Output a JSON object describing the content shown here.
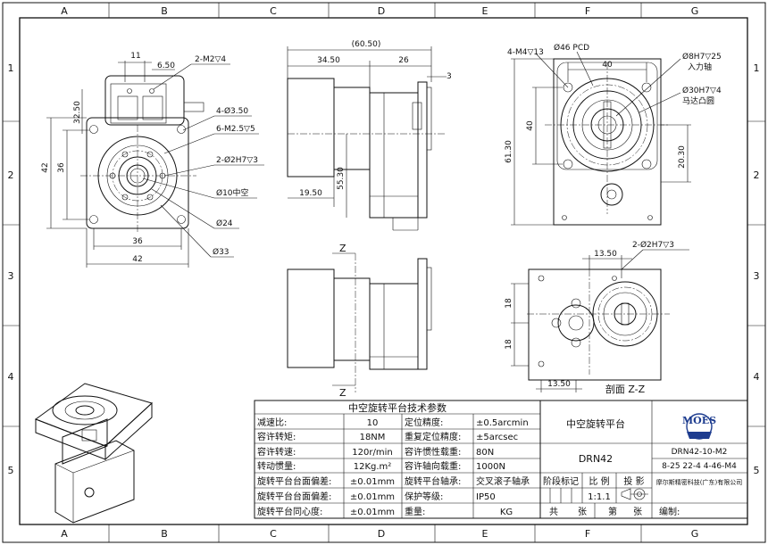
{
  "sheet": {
    "columns": [
      "A",
      "B",
      "C",
      "D",
      "E",
      "F",
      "G"
    ],
    "rows": [
      "1",
      "2",
      "3",
      "4",
      "5"
    ]
  },
  "front_view": {
    "dim_11": "11",
    "dim_6_50": "6.50",
    "dim_32_50": "32.50",
    "dim_42_v": "42",
    "dim_36_v": "36",
    "dim_36_h": "36",
    "dim_42_h": "42",
    "note_2_m2": "2-M2▽4",
    "note_4_d3_50": "4-Ø3.50",
    "note_6_m2_5": "6-M2.5▽5",
    "note_2_d2h7": "2-Ø2H7▽3",
    "note_d10": "Ø10中空",
    "note_d24": "Ø24",
    "note_d33": "Ø33"
  },
  "side_view": {
    "dim_60_50": "(60.50)",
    "dim_34_50": "34.50",
    "dim_26": "26",
    "dim_3": "3",
    "dim_55_30": "55.30",
    "dim_19_50": "19.50"
  },
  "right_view": {
    "note_4_m4": "4-M4▽13",
    "note_d46": "Ø46 PCD",
    "dim_40_h": "40",
    "dim_40_v": "40",
    "dim_61_30": "61.30",
    "dim_20_30": "20.30",
    "note_d8h7": "Ø8H7▽25",
    "note_input": "入力轴",
    "note_d30h7": "Ø30H7▽4",
    "note_motor": "马达凸圆"
  },
  "section_view": {
    "z_top": "Z",
    "z_bottom": "Z",
    "dim_13_50_top": "13.50",
    "dim_13_50_bottom": "13.50",
    "dim_18_a": "18",
    "dim_18_b": "18",
    "note_2_d2h7": "2-Ø2H7▽3",
    "label": "剖面 Z-Z"
  },
  "spec_table": {
    "title": "中空旋转平台技术参数",
    "rows": [
      {
        "l1": "减速比:",
        "v1": "10",
        "l2": "定位精度:",
        "v2": "±0.5arcmin"
      },
      {
        "l1": "容许转矩:",
        "v1": "18NM",
        "l2": "重复定位精度:",
        "v2": "±5arcsec"
      },
      {
        "l1": "容许转速:",
        "v1": "120r/min",
        "l2": "容许惯性载重:",
        "v2": "80N"
      },
      {
        "l1": "转动惯量:",
        "v1": "12Kg.m²",
        "l2": "容许轴向载重:",
        "v2": "1000N"
      },
      {
        "l1": "旋转平台台面偏差:",
        "v1": "±0.01mm",
        "l2": "旋转平台轴承:",
        "v2": "交叉滚子轴承"
      },
      {
        "l1": "旋转平台台面偏差:",
        "v1": "±0.01mm",
        "l2": "保护等级:",
        "v2": "IP50"
      },
      {
        "l1": "旋转平台同心度:",
        "v1": "±0.01mm",
        "l2": "重量:",
        "v2": "KG"
      }
    ]
  },
  "title_block": {
    "product_name": "中空旋转平台",
    "model": "DRN42",
    "logo": "MOES",
    "part_no": "DRN42-10-M2",
    "code": "8-25 22-4 4-46-M4",
    "company": "摩尔斯精密科技(广东)有限公司",
    "stage_label": "阶段标记",
    "scale_label": "比 例",
    "projection_label": "投 影",
    "scale_value": "1:1.1",
    "total_label": "共",
    "sheets_label": "张",
    "page_label": "第",
    "page_unit": "张",
    "editor_label": "编制:"
  }
}
